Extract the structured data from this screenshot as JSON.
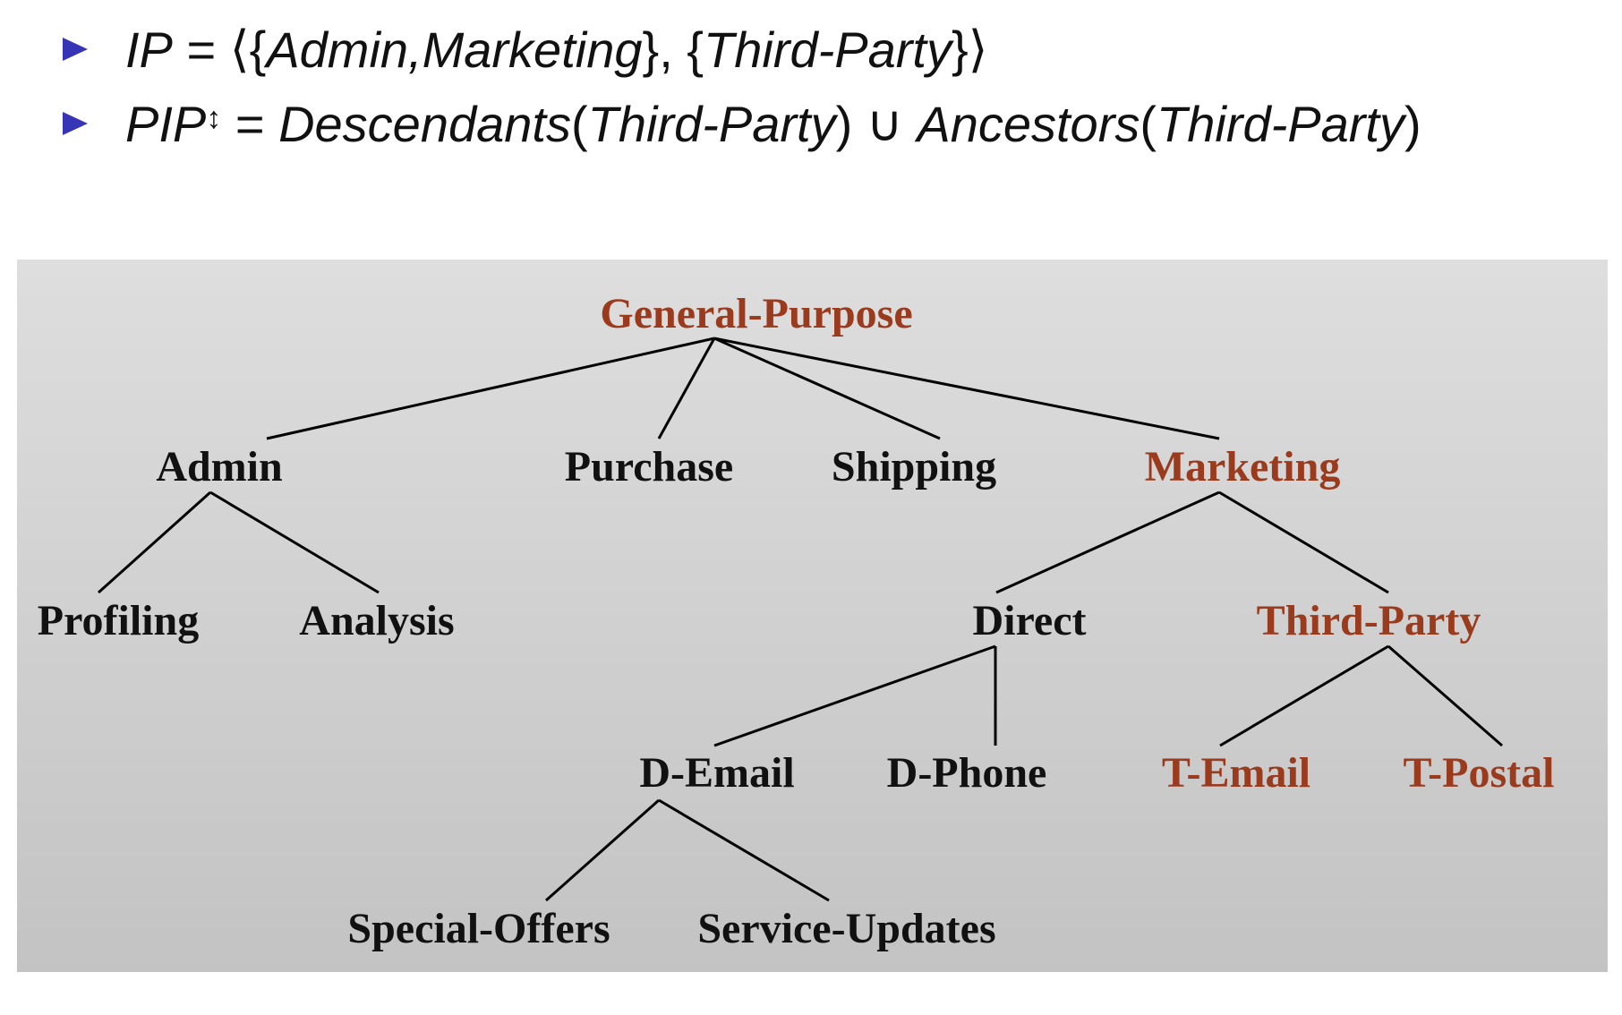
{
  "bullets": [
    {
      "lhs": "IP",
      "eq": "=",
      "open": "⟨{",
      "a": "Admin",
      "comma1": ", ",
      "b": "Marketing",
      "mid": "}, {",
      "c": "Third-Party",
      "close": "}⟩"
    },
    {
      "lhs": "PIP",
      "sup": "↕",
      "eq": "=",
      "f1": "Descendants",
      "p1o": "(",
      "arg1": "Third-Party",
      "p1c": ")",
      "union": "∪",
      "f2": "Ancestors",
      "p2o": "(",
      "arg2": "Third-Party",
      "p2c": ")"
    }
  ],
  "colors": {
    "highlight": "#9a3b1e",
    "normal": "#111111",
    "bullet": "#3535b5"
  },
  "tree": {
    "nodes": {
      "general_purpose": "General-Purpose",
      "admin": "Admin",
      "purchase": "Purchase",
      "shipping": "Shipping",
      "marketing": "Marketing",
      "profiling": "Profiling",
      "analysis": "Analysis",
      "direct": "Direct",
      "third_party": "Third-Party",
      "d_email": "D-Email",
      "d_phone": "D-Phone",
      "t_email": "T-Email",
      "t_postal": "T-Postal",
      "special_offers": "Special-Offers",
      "service_updates": "Service-Updates"
    },
    "highlighted": [
      "general_purpose",
      "marketing",
      "third_party",
      "t_email",
      "t_postal"
    ]
  }
}
